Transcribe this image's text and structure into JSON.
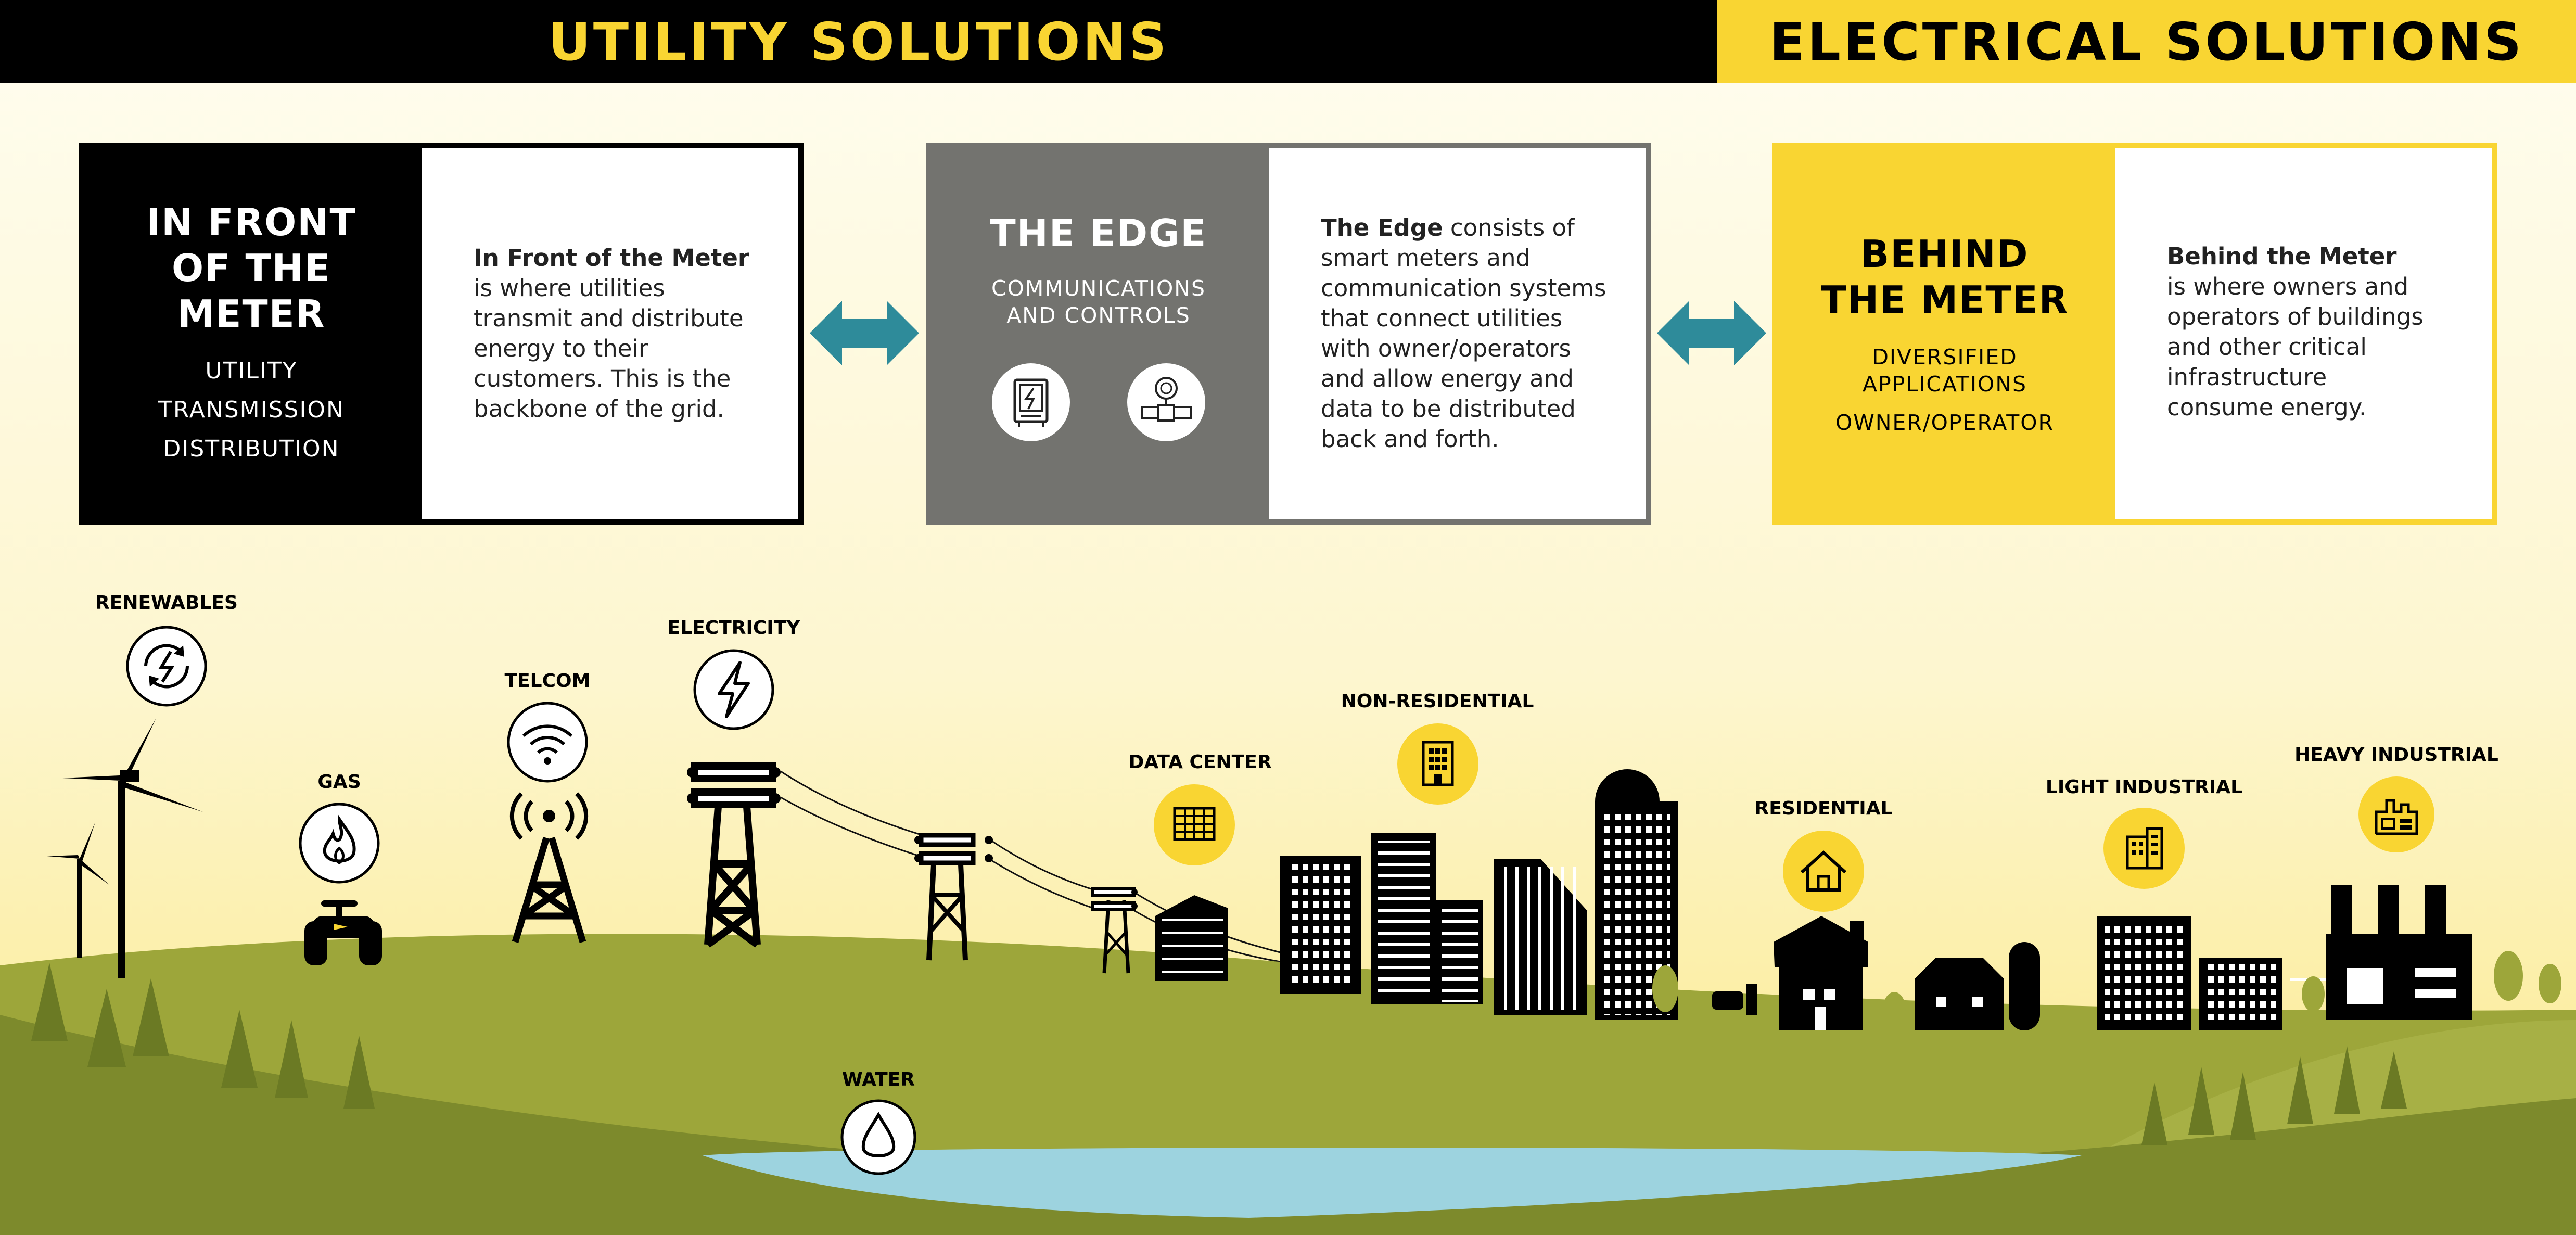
{
  "header": {
    "left": "UTILITY SOLUTIONS",
    "right": "ELECTRICAL SOLUTIONS"
  },
  "panels": {
    "front": {
      "title_lines": [
        "IN FRONT",
        "OF THE",
        "METER"
      ],
      "sub_lines": [
        "UTILITY",
        "TRANSMISSION",
        "DISTRIBUTION"
      ],
      "text_bold": "In Front of the Meter",
      "text_lines": [
        "is where utilities",
        "transmit and distribute",
        "energy to their",
        "customers. This is the",
        "backbone of the grid."
      ]
    },
    "edge": {
      "title": "THE EDGE",
      "sub_lines": [
        "COMMUNICATIONS",
        "AND CONTROLS"
      ],
      "text_bold": "The Edge",
      "text_first_rest": " consists of",
      "text_lines": [
        "smart meters and",
        "communication systems",
        "that connect utilities",
        "with owner/operators",
        "and allow energy and",
        "data to be distributed",
        "back and forth."
      ],
      "icons": [
        "electrical-panel-icon",
        "meter-pipe-icon"
      ]
    },
    "behind": {
      "title_lines": [
        "BEHIND",
        "THE METER"
      ],
      "sub_lines": [
        "DIVERSIFIED",
        "APPLICATIONS"
      ],
      "sub3": "OWNER/OPERATOR",
      "text_bold": "Behind the Meter",
      "text_lines": [
        "is where owners and",
        "operators of buildings",
        "and other critical",
        "infrastructure",
        "consume energy."
      ]
    }
  },
  "scene_labels": {
    "renewables": "RENEWABLES",
    "gas": "GAS",
    "telcom": "TELCOM",
    "electricity": "ELECTRICITY",
    "water": "WATER",
    "data_center": "DATA CENTER",
    "non_residential": "NON-RESIDENTIAL",
    "residential": "RESIDENTIAL",
    "light_industrial": "LIGHT INDUSTRIAL",
    "heavy_industrial": "HEAVY INDUSTRIAL"
  },
  "colors": {
    "yellow": "#f9d532",
    "black": "#000000",
    "gray": "#73736f",
    "teal": "#2e8b9a",
    "grass": "#9da63a",
    "grass_dark": "#7d8a2c",
    "water": "#9dd3df"
  }
}
